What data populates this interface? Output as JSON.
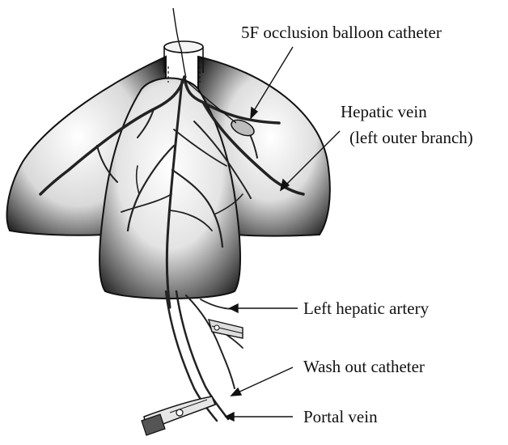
{
  "labels": {
    "balloon_catheter": "5F occlusion balloon catheter",
    "hepatic_vein": "Hepatic vein",
    "hepatic_vein_branch": "(left outer branch)",
    "left_hepatic_artery": "Left hepatic artery",
    "wash_out_catheter": "Wash out catheter",
    "portal_vein": "Portal vein"
  },
  "colors": {
    "ink": "#111111",
    "background": "#ffffff"
  }
}
